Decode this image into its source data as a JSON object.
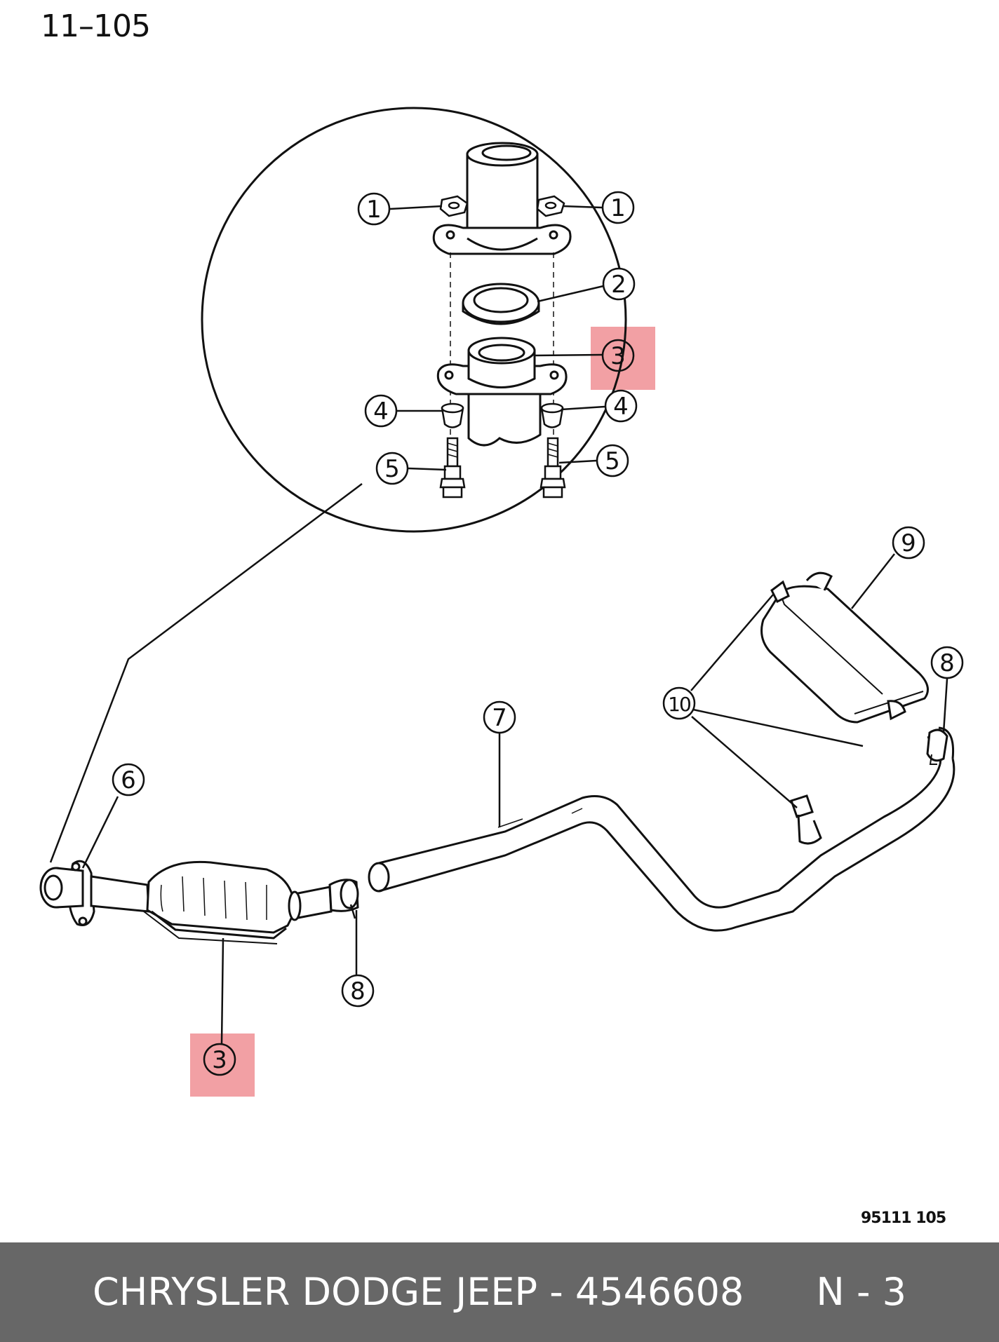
{
  "page_number": "11–105",
  "figure_code": "95111  105",
  "caption": "CHRYSLER DODGE JEEP - 4546608      N - 3",
  "highlight_color": "#f2a0a4",
  "callouts": {
    "detail_nut_left": "1",
    "detail_nut_right": "1",
    "detail_gasket": "2",
    "detail_converter": "3",
    "detail_grommet_left": "4",
    "detail_grommet_right": "4",
    "detail_stud_left": "5",
    "detail_stud_right": "5",
    "flange": "6",
    "pipe": "7",
    "clamp_front": "8",
    "clamp_rear": "8",
    "muffler": "9",
    "hangers": "10",
    "converter": "3"
  }
}
